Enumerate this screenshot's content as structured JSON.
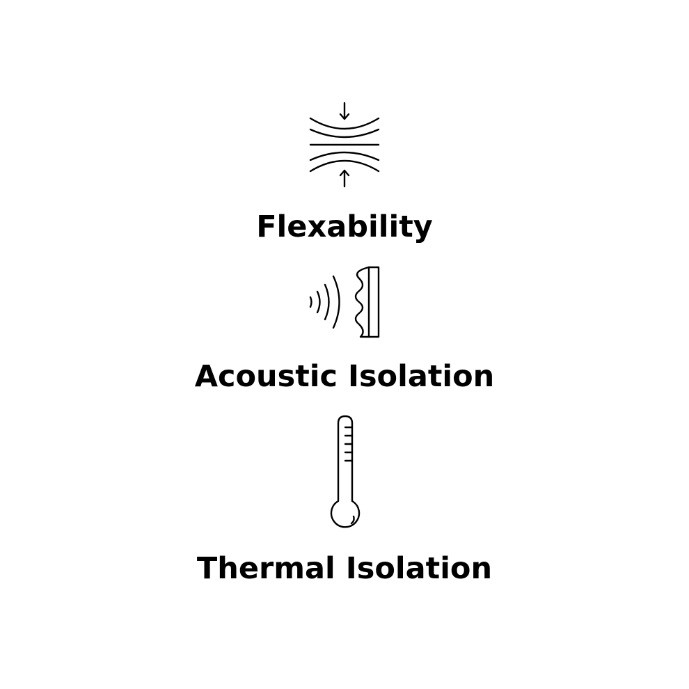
{
  "features": [
    {
      "label": "Flexability",
      "icon": "compression-icon"
    },
    {
      "label": "Acoustic Isolation",
      "icon": "sound-wall-icon"
    },
    {
      "label": "Thermal Isolation",
      "icon": "thermometer-icon"
    }
  ]
}
